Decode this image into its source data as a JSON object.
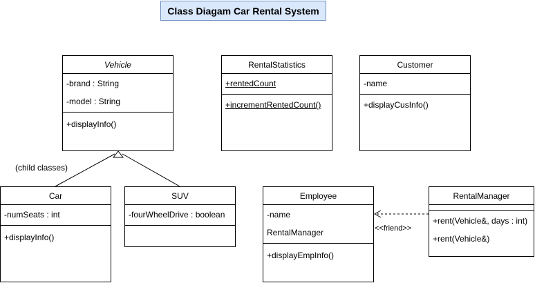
{
  "title": "Class Diagam Car Rental System",
  "classes": {
    "vehicle": {
      "name": "Vehicle",
      "attributes": [
        "-brand : String",
        "-model : String"
      ],
      "methods": [
        "+displayInfo()"
      ]
    },
    "rental_statistics": {
      "name": "RentalStatistics",
      "attributes": [
        "+rentedCount"
      ],
      "methods": [
        "+incrementRentedCount()"
      ]
    },
    "customer": {
      "name": "Customer",
      "attributes": [
        "-name"
      ],
      "methods": [
        "+displayCusInfo()"
      ]
    },
    "car": {
      "name": "Car",
      "attributes": [
        "-numSeats : int"
      ],
      "methods": [
        "+displayInfo()"
      ]
    },
    "suv": {
      "name": "SUV",
      "attributes": [
        "-fourWheelDrive : boolean"
      ],
      "methods": []
    },
    "employee": {
      "name": "Employee",
      "attributes": [
        "-name",
        "RentalManager"
      ],
      "methods": [
        "+displayEmpInfo()"
      ]
    },
    "rental_manager": {
      "name": "RentalManager",
      "attributes": [],
      "methods": [
        "+rent(Vehicle&, days : int)",
        "+rent(Vehicle&)"
      ]
    }
  },
  "labels": {
    "child_classes": "(child classes)",
    "friend": "<<friend>>"
  }
}
